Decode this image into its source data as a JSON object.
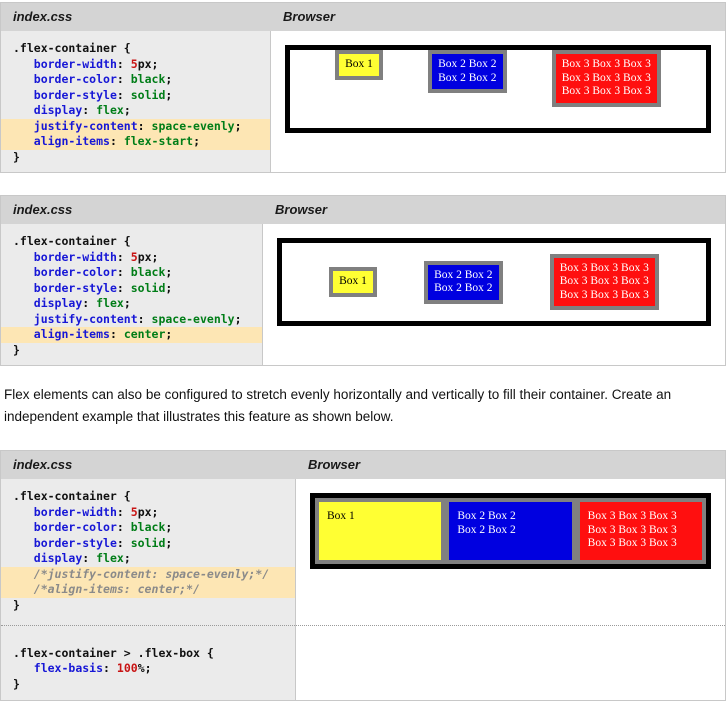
{
  "panels": [
    {
      "id": "panel-1",
      "headers": {
        "css": "index.css",
        "browser": "Browser"
      },
      "code_lines": [
        {
          "text": ".flex-container {",
          "highlight": false
        },
        {
          "text": "   border-width: 5px;",
          "highlight": false
        },
        {
          "text": "   border-color: black;",
          "highlight": false
        },
        {
          "text": "   border-style: solid;",
          "highlight": false
        },
        {
          "text": "   display: flex;",
          "highlight": false
        },
        {
          "text": "   justify-content: space-evenly;",
          "highlight": true
        },
        {
          "text": "   align-items: flex-start;",
          "highlight": true
        },
        {
          "text": "}",
          "highlight": false
        }
      ],
      "demo": {
        "justify_content": "space-evenly",
        "align_items": "flex-start",
        "boxes": [
          {
            "label": "Box 1",
            "color": "yellow"
          },
          {
            "label": "Box 2 Box 2\nBox 2 Box 2",
            "color": "blue"
          },
          {
            "label": "Box 3 Box 3 Box 3\nBox 3 Box 3 Box 3\nBox 3 Box 3 Box 3",
            "color": "red"
          }
        ]
      }
    },
    {
      "id": "panel-2",
      "headers": {
        "css": "index.css",
        "browser": "Browser"
      },
      "code_lines": [
        {
          "text": ".flex-container {",
          "highlight": false
        },
        {
          "text": "   border-width: 5px;",
          "highlight": false
        },
        {
          "text": "   border-color: black;",
          "highlight": false
        },
        {
          "text": "   border-style: solid;",
          "highlight": false
        },
        {
          "text": "   display: flex;",
          "highlight": false
        },
        {
          "text": "   justify-content: space-evenly;",
          "highlight": false
        },
        {
          "text": "   align-items: center;",
          "highlight": true
        },
        {
          "text": "}",
          "highlight": false
        }
      ],
      "demo": {
        "justify_content": "space-evenly",
        "align_items": "center",
        "boxes": [
          {
            "label": "Box 1",
            "color": "yellow"
          },
          {
            "label": "Box 2 Box 2\nBox 2 Box 2",
            "color": "blue"
          },
          {
            "label": "Box 3 Box 3 Box 3\nBox 3 Box 3 Box 3\nBox 3 Box 3 Box 3",
            "color": "red"
          }
        ]
      }
    },
    {
      "id": "panel-3",
      "headers": {
        "css": "index.css",
        "browser": "Browser"
      },
      "code_lines": [
        {
          "text": ".flex-container {",
          "highlight": false
        },
        {
          "text": "   border-width: 5px;",
          "highlight": false
        },
        {
          "text": "   border-color: black;",
          "highlight": false
        },
        {
          "text": "   border-style: solid;",
          "highlight": false
        },
        {
          "text": "   display: flex;",
          "highlight": false
        },
        {
          "text": "   /*justify-content: space-evenly;*/",
          "highlight": true
        },
        {
          "text": "   /*align-items: center;*/",
          "highlight": true
        },
        {
          "text": "}",
          "highlight": false
        }
      ],
      "code_lines_2": [
        {
          "text": ".flex-container > .flex-box {",
          "highlight": false
        },
        {
          "text": "   flex-basis: 100%;",
          "highlight": false
        },
        {
          "text": "}",
          "highlight": false
        }
      ],
      "demo": {
        "justify_content": "none",
        "align_items": "stretch",
        "boxes": [
          {
            "label": "Box 1",
            "color": "yellow"
          },
          {
            "label": "Box 2 Box 2\nBox 2 Box 2",
            "color": "blue"
          },
          {
            "label": "Box 3 Box 3 Box 3\nBox 3 Box 3 Box 3\nBox 3 Box 3 Box 3",
            "color": "red"
          }
        ]
      }
    }
  ],
  "paragraph": "Flex elements can also be configured to stretch evenly horizontally and vertically to fill their container. Create an independent example that illustrates this feature as shown below.",
  "colors": {
    "header_bg": "#d4d4d4",
    "css_pane_bg": "#ebebeb",
    "highlight": "#fde6b4",
    "property": "#1717d6",
    "value": "#007d17",
    "number": "#c81414",
    "comment": "#8a8a8a",
    "box_yellow": "#ffff33",
    "box_blue": "#0000e0",
    "box_red": "#ff0f0f",
    "box_border": "#808080",
    "container_border": "#000000"
  }
}
